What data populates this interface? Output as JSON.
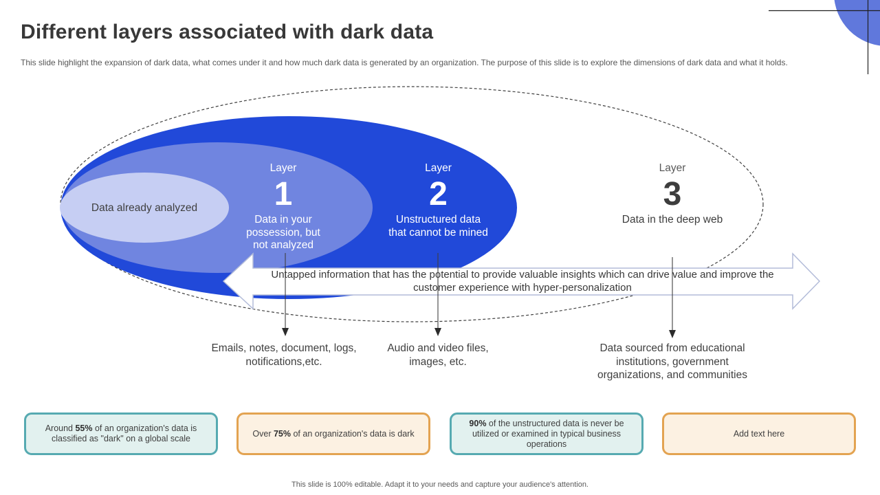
{
  "title": "Different layers associated with dark data",
  "subtitle": "This slide highlight the expansion of dark data, what comes under it and how much dark data is generated by an organization. The purpose of this slide is to explore the dimensions of dark data and what it holds.",
  "diagram": {
    "inner_label": "Data already analyzed",
    "layers": [
      {
        "layer_word": "Layer",
        "number": "1",
        "description": "Data in your\npossession, but\nnot analyzed",
        "examples": "Emails, notes, document, logs,\nnotifications,etc."
      },
      {
        "layer_word": "Layer",
        "number": "2",
        "description": "Unstructured data\nthat cannot be mined",
        "examples": "Audio and video files,\nimages, etc."
      },
      {
        "layer_word": "Layer",
        "number": "3",
        "description": "Data in the deep web",
        "examples": "Data sourced from educational\ninstitutions, government\norganizations, and communities"
      }
    ],
    "arrow_text": "Untapped information that has the potential to provide valuable insights which can drive value and improve the\ncustomer experience with hyper-personalization"
  },
  "stat_boxes": [
    {
      "prefix": "Around ",
      "value": "55%",
      "suffix": " of an organization's data is classified as \"dark\" on a global scale",
      "style": "teal"
    },
    {
      "prefix": "Over ",
      "value": "75%",
      "suffix": " of an organization's data is dark",
      "style": "orange"
    },
    {
      "prefix": "",
      "value": "90%",
      "suffix": " of the unstructured data is never be utilized or examined in typical business operations",
      "style": "teal"
    },
    {
      "prefix": "",
      "value": "",
      "suffix": "Add text here",
      "style": "orange"
    }
  ],
  "footer": "This slide is 100% editable. Adapt it to your needs and capture your audience's attention.",
  "colors": {
    "layer2_fill": "#2149d9",
    "layer1_fill": "#7085e0",
    "inner_fill": "#c6cef3",
    "dashed_stroke": "#3f3f3f",
    "arrow_stroke": "#b3bcd9",
    "accent_circle": "#6078dc",
    "teal_border": "#56aab1",
    "teal_fill": "#e2f1ef",
    "orange_border": "#e3a351",
    "orange_fill": "#fcf1e2"
  }
}
